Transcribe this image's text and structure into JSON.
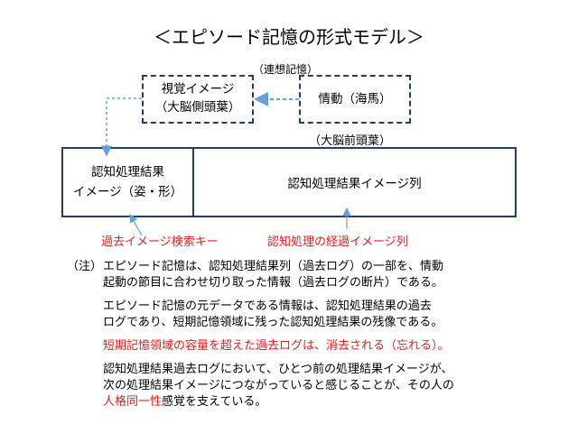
{
  "title": "＜エピソード記憶の形式モデル＞",
  "assoc_memory_label": "（連想記憶）",
  "visual_box": {
    "line1": "視覚イメージ",
    "line2": "（大脳側頭葉）"
  },
  "emotion_box": {
    "text": "情動（海馬）"
  },
  "frontal_label": "（大脳前頭葉）",
  "left_cell": {
    "line1": "認知処理結果",
    "line2": "イメージ（姿・形）"
  },
  "right_cell": {
    "text": "認知処理結果イメージ列"
  },
  "key_label": "過去イメージ検索キー",
  "sequence_label": "認知処理の経過イメージ列",
  "notes": {
    "marker": "（注）",
    "p1_line1": "エピソード記憶は、認知処理結果列（過去ログ）の一部を、情動",
    "p1_line2": "起動の節目に合わせ切り取った情報（過去ログの断片）である。",
    "p2_line1": "エピソード記憶の元データである情報は、認知処理結果の過去",
    "p2_line2": "ログであり、短期記憶領域に残った認知処理結果の残像である。",
    "p3_line1": "短期記憶領域の容量を超えた過去ログは、消去される（忘れる）。",
    "p4_line1": "認知処理結果過去ログにおいて、ひとつ前の処理結果イメージが、",
    "p4_line2": "次の処理結果イメージにつながっていると感じることが、その人の",
    "p4_line3_red": "人格同一性",
    "p4_line3_rest": "感覚を支えている。"
  },
  "colors": {
    "box_border": "#1f3d6e",
    "accent_red": "#e0201f",
    "arrow_light": "#6aa0d8"
  }
}
